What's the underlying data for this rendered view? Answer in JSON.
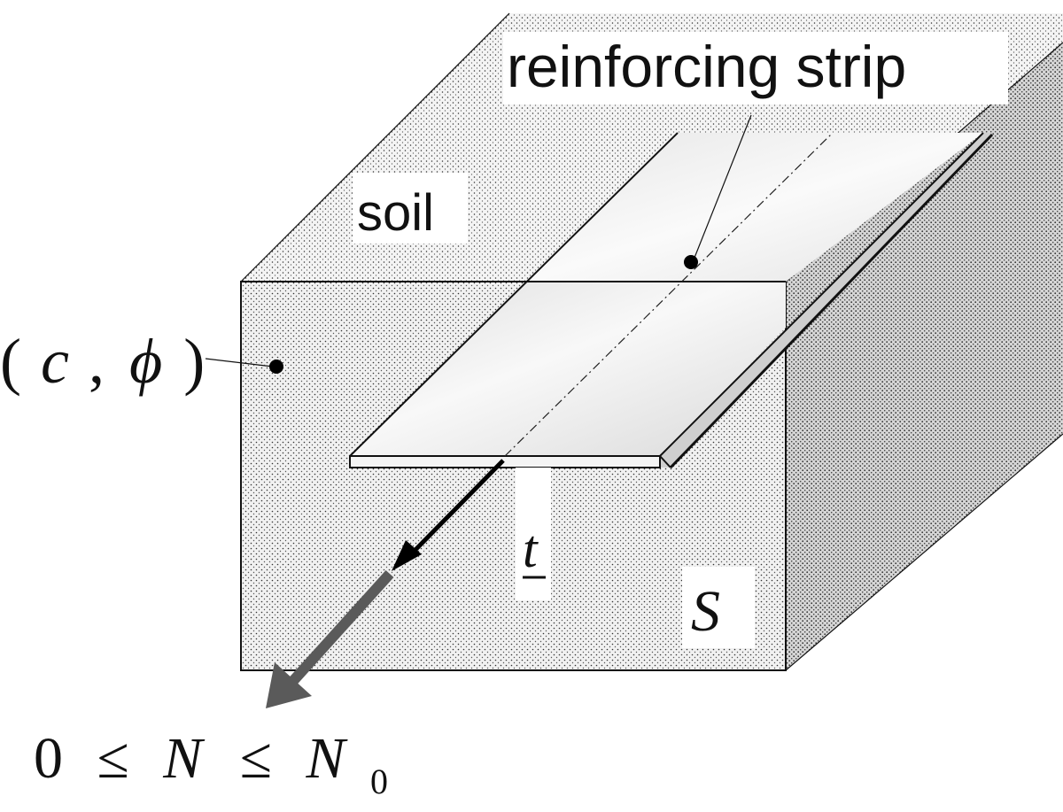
{
  "labels": {
    "reinforcing_strip": "reinforcing strip",
    "soil": "soil",
    "paren_open": "(",
    "c": "c",
    "comma": ",",
    "phi": "ϕ",
    "paren_close": ")",
    "t": "t",
    "S": "S",
    "zero": "0",
    "leq1": "≤",
    "N": "N",
    "leq2": "≤",
    "N0_base": "N",
    "N0_sub": "0"
  },
  "colors": {
    "stroke": "#111111",
    "soil_front": "#f1f1f1",
    "soil_top": "#f3f3f3",
    "soil_right": "#d2d2d2",
    "strip_light": "#f6f6f6",
    "strip_dark": "#d0d0d0",
    "arrow_black": "#000000",
    "arrow_grey": "#5a5a5a"
  }
}
